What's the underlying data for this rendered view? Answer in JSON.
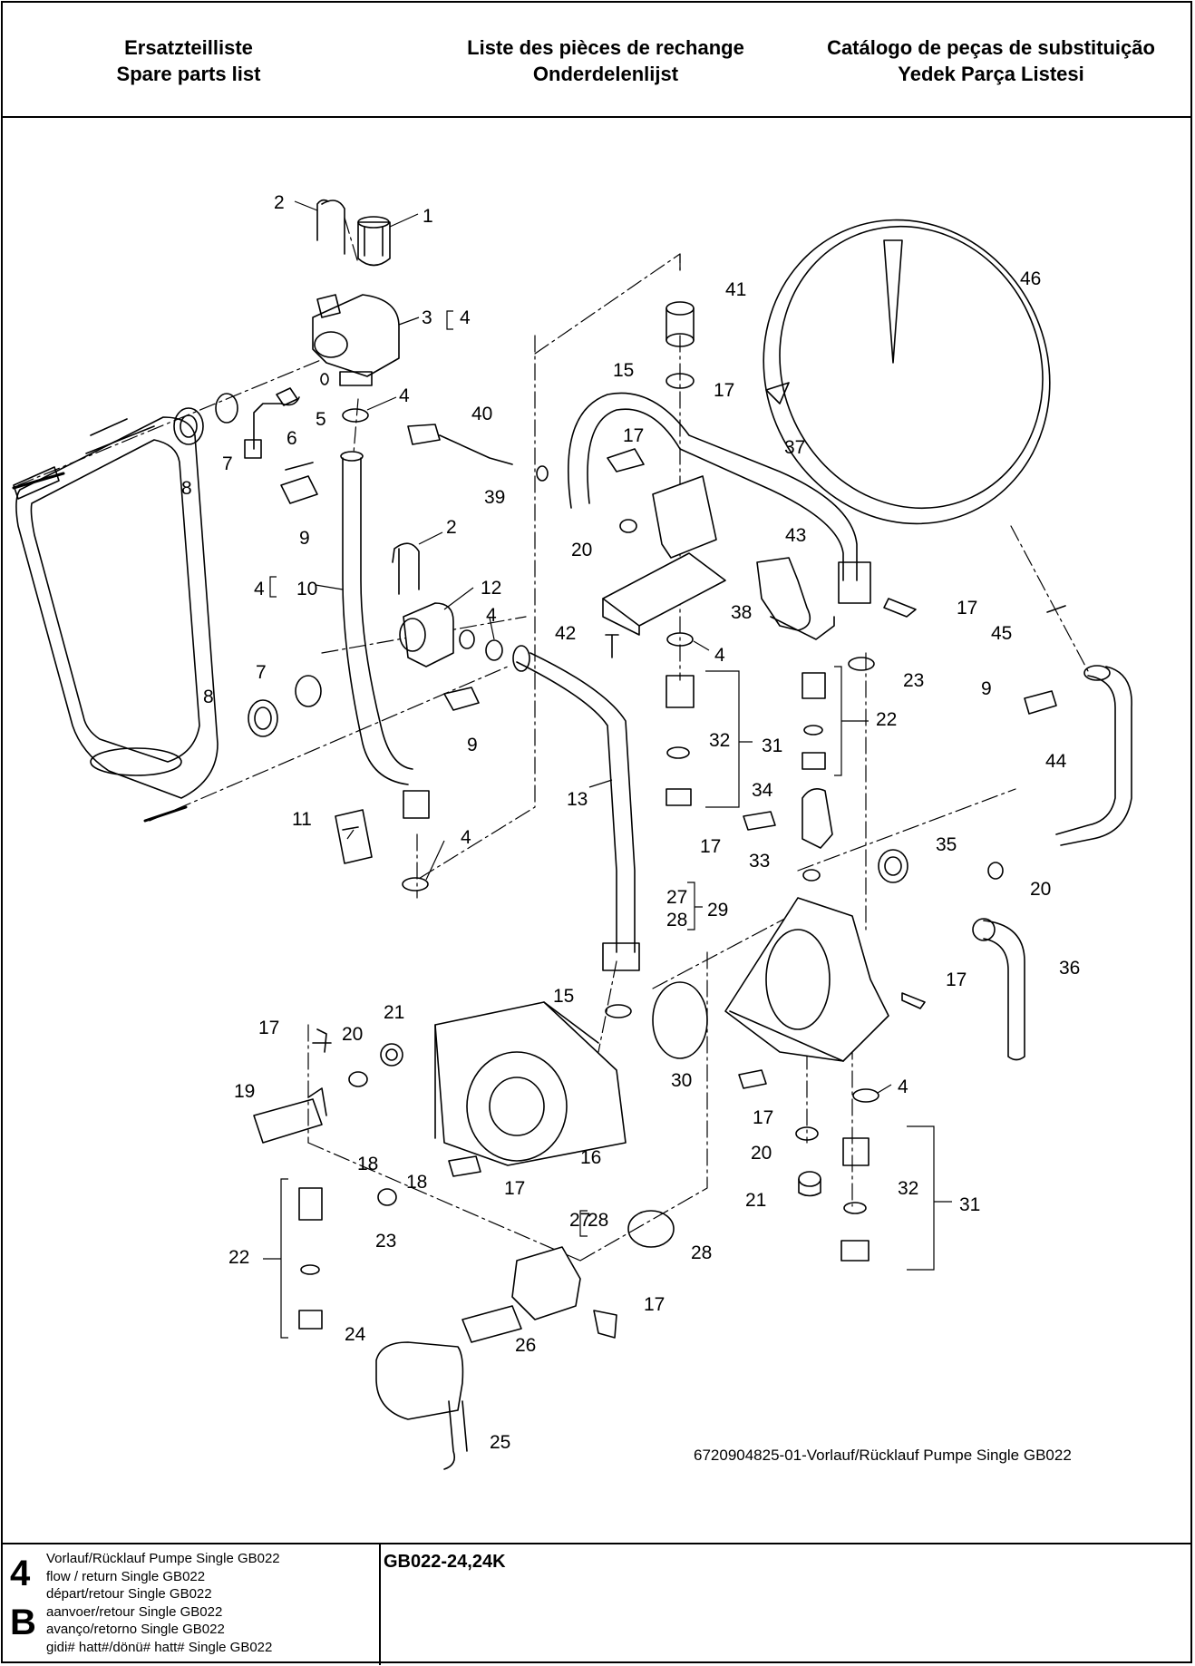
{
  "header": {
    "col1": [
      "Ersatzteilliste",
      "Spare parts list"
    ],
    "col2": [
      "Liste des pièces de rechange",
      "Onderdelenlijst"
    ],
    "col3": [
      "Catálogo de peças de substituição",
      "Yedek Parça Listesi"
    ]
  },
  "diagram": {
    "caption": "6720904825-01-Vorlauf/Rücklauf Pumpe Single GB022",
    "callouts": [
      "1",
      "2",
      "3",
      "4",
      "5",
      "6",
      "7",
      "8",
      "9",
      "10",
      "11",
      "12",
      "13",
      "15",
      "16",
      "17",
      "18",
      "19",
      "20",
      "21",
      "22",
      "23",
      "24",
      "25",
      "26",
      "27",
      "28",
      "29",
      "30",
      "31",
      "32",
      "33",
      "34",
      "35",
      "36",
      "37",
      "38",
      "39",
      "40",
      "41",
      "42",
      "43",
      "44",
      "45",
      "46"
    ]
  },
  "footer": {
    "section_number": "4",
    "section_letter": "B",
    "lines": [
      "Vorlauf/Rücklauf Pumpe Single GB022",
      "flow / return Single GB022",
      "départ/retour Single GB022",
      "aanvoer/retour Single GB022",
      "avanço/retorno Single GB022",
      "gidi# hatt#/dönü# hatt# Single GB022"
    ],
    "model": "GB022-24,24K"
  }
}
